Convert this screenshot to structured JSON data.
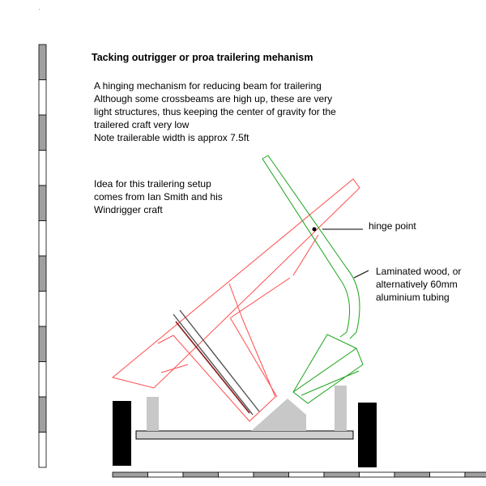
{
  "title": "Tacking outrigger or proa trailering mehanism",
  "description": [
    "A hinging mechanism for reducing beam for trailering",
    "Although some crossbeams are high up, these are very",
    "light structures, thus keeping the center of gravity for the",
    "trailered craft very low",
    "Note trailerable width is approx 7.5ft"
  ],
  "credit": [
    "Idea for this trailering setup",
    "comes from Ian Smith and his",
    "Windrigger craft"
  ],
  "labels": {
    "hinge": "hinge point",
    "material": [
      "Laminated wood, or",
      "alternatively 60mm",
      "aluminium tubing"
    ]
  },
  "colors": {
    "hull": "#ff4d4d",
    "arm": "#1aa31a",
    "mast_dark": "#8b1a1a",
    "mast_grey": "#555555",
    "support": "#c8c8c8",
    "wheel": "#000000",
    "scale_dark": "#a0a0a0",
    "scale_light": "#ffffff"
  }
}
